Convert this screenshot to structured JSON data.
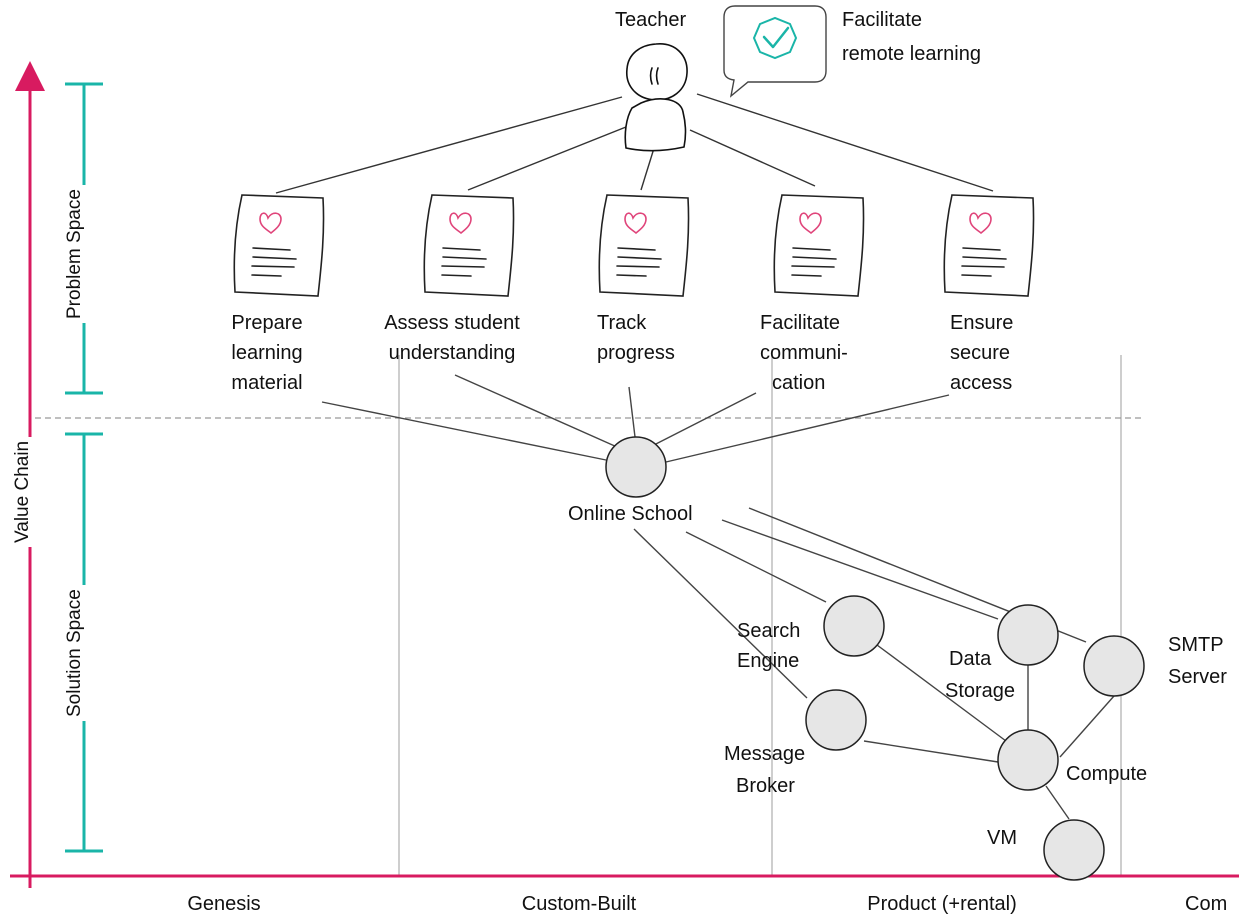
{
  "persona": {
    "name": "Teacher",
    "goal_line1": "Facilitate",
    "goal_line2": "remote learning"
  },
  "axis": {
    "y_label": "Value Chain",
    "problem_space": "Problem Space",
    "solution_space": "Solution Space",
    "x_stages": [
      "Genesis",
      "Custom-Built",
      "Product (+rental)",
      "Com"
    ]
  },
  "needs": [
    {
      "lines": [
        "Prepare",
        "learning",
        "material"
      ]
    },
    {
      "lines": [
        "Assess student",
        "understanding"
      ]
    },
    {
      "lines": [
        "Track",
        "progress"
      ]
    },
    {
      "lines": [
        "Facilitate",
        "communi-",
        "cation"
      ]
    },
    {
      "lines": [
        "Ensure",
        "secure",
        "access"
      ]
    }
  ],
  "components": {
    "online_school": "Online School",
    "search_engine": [
      "Search",
      "Engine"
    ],
    "data_storage": [
      "Data",
      "Storage"
    ],
    "smtp_server": [
      "SMTP",
      "Server"
    ],
    "message_broker": [
      "Message",
      "Broker"
    ],
    "compute": "Compute",
    "vm": "VM"
  },
  "colors": {
    "axis": "#d81b60",
    "bracket": "#1ab5a8",
    "node_fill": "#e6e6e6",
    "heart": "#e0457b"
  }
}
